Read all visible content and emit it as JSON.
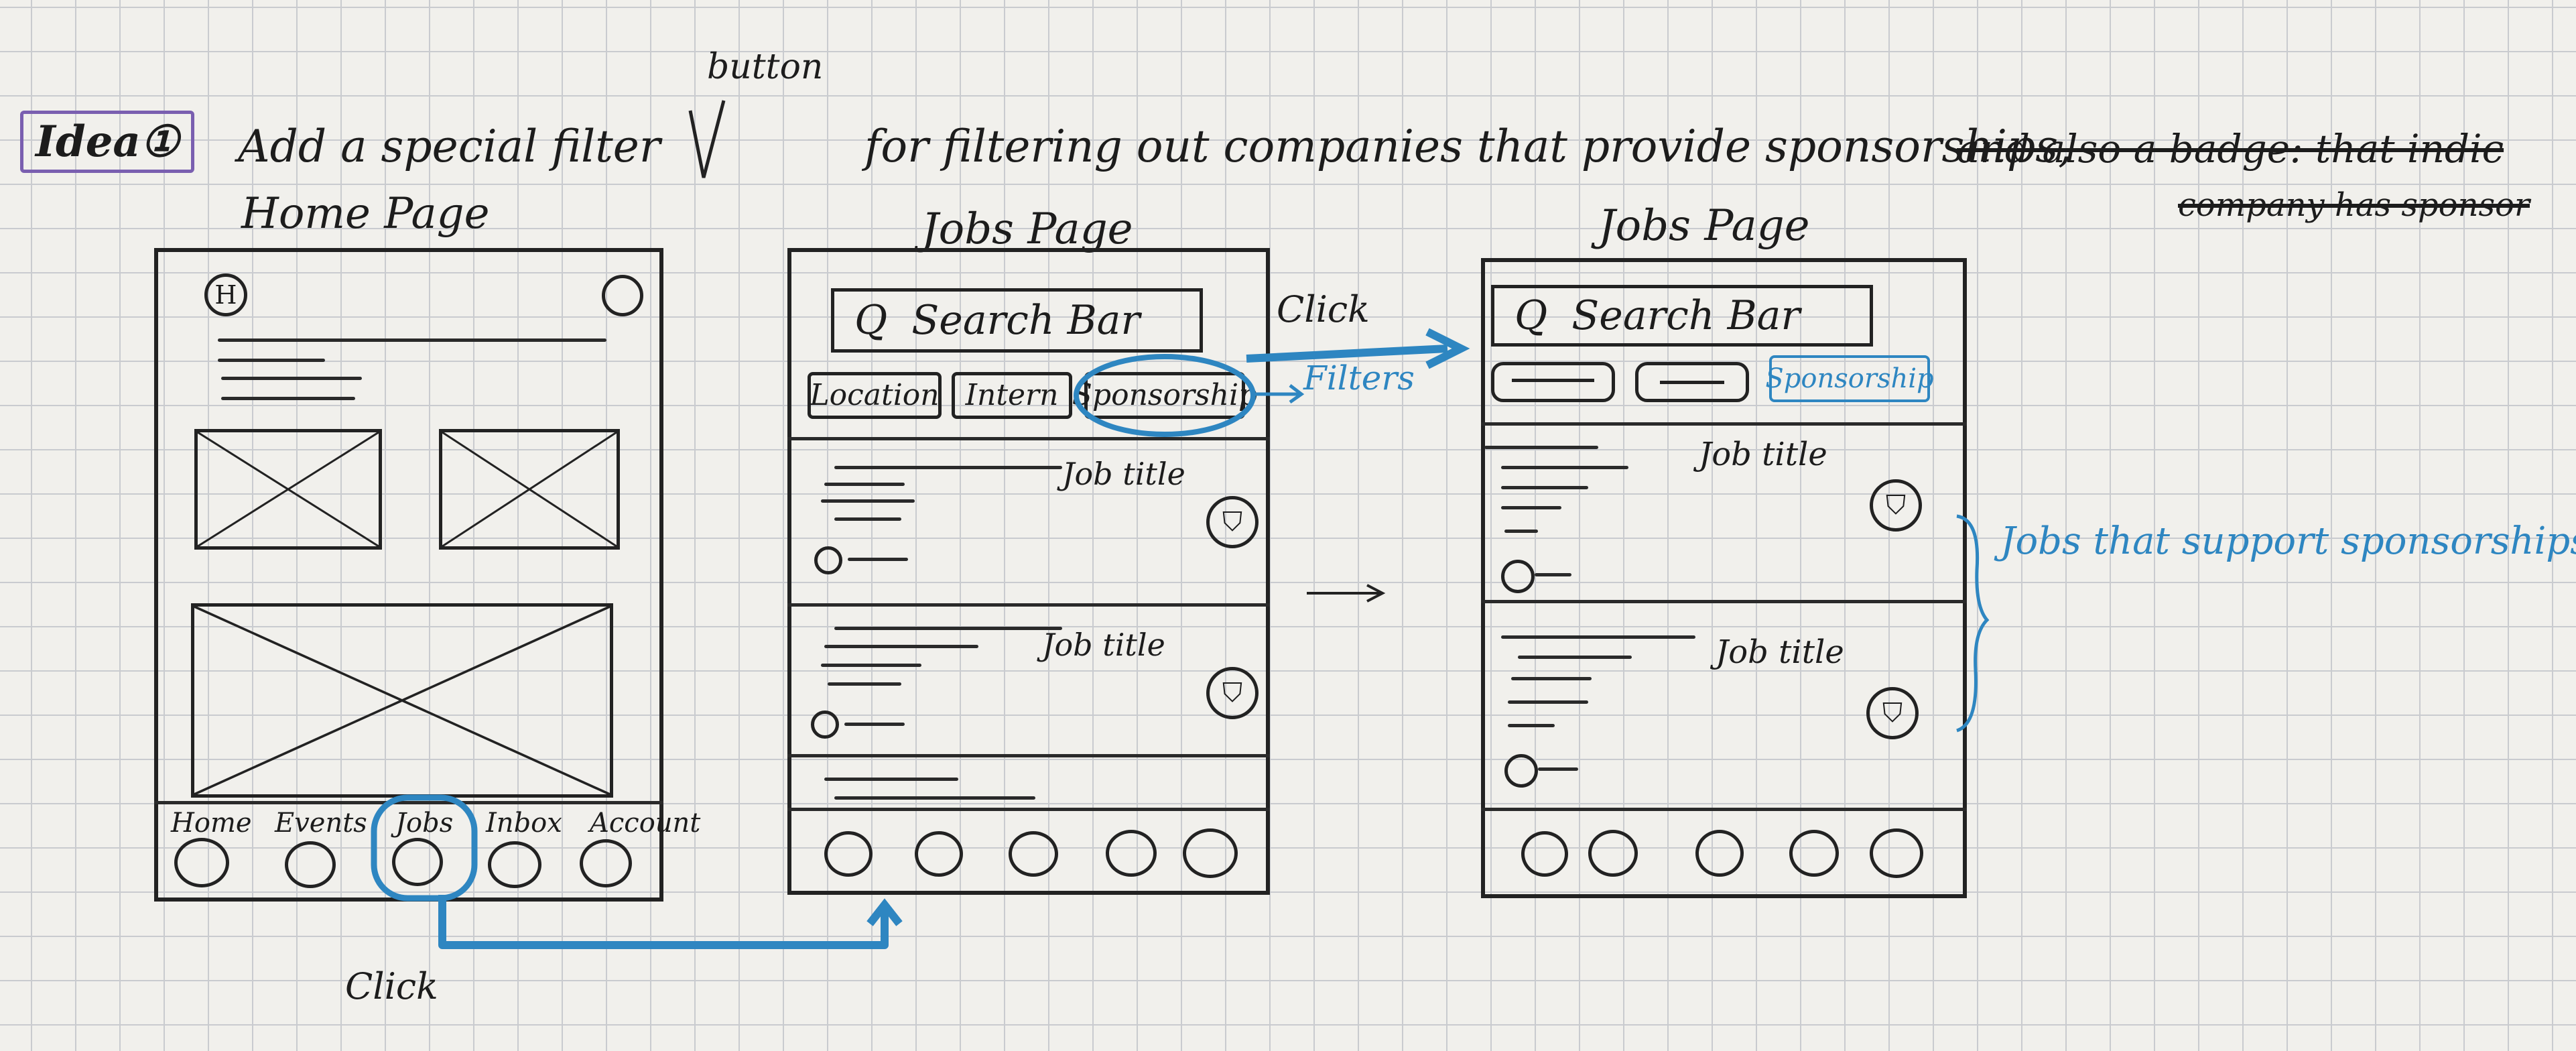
{
  "header": {
    "idea_tag": "Idea①",
    "inserted_word": "button",
    "sentence_part1": "Add a special filter",
    "sentence_part2": "for filtering out companies that provide sponsorships,",
    "struck_line1": "and also a badge: that indic",
    "struck_line2": "company has sponsor"
  },
  "home_page": {
    "title": "Home Page",
    "logo": "H",
    "nav": [
      "Home",
      "Events",
      "Jobs",
      "Inbox",
      "Account"
    ]
  },
  "jobs_page_1": {
    "title": "Jobs Page",
    "search": "Search Bar",
    "search_icon": "Q",
    "filters": [
      "Location",
      "Intern",
      "Sponsorship"
    ],
    "jobs": [
      "Job title",
      "Job title"
    ]
  },
  "jobs_page_2": {
    "title": "Jobs Page",
    "search": "Search Bar",
    "search_icon": "Q",
    "filter_active": "Sponsorship",
    "jobs": [
      "Job title",
      "Job title"
    ]
  },
  "annotations": {
    "click_top": "Click",
    "filters": "Filters",
    "click_bottom": "Click",
    "bracket_note": "Jobs that support sponsorships"
  },
  "colors": {
    "ink": "#1c1c1c",
    "blue": "#2e86c1",
    "paper": "#f1f0ec",
    "grid": "#c9cbcf"
  }
}
